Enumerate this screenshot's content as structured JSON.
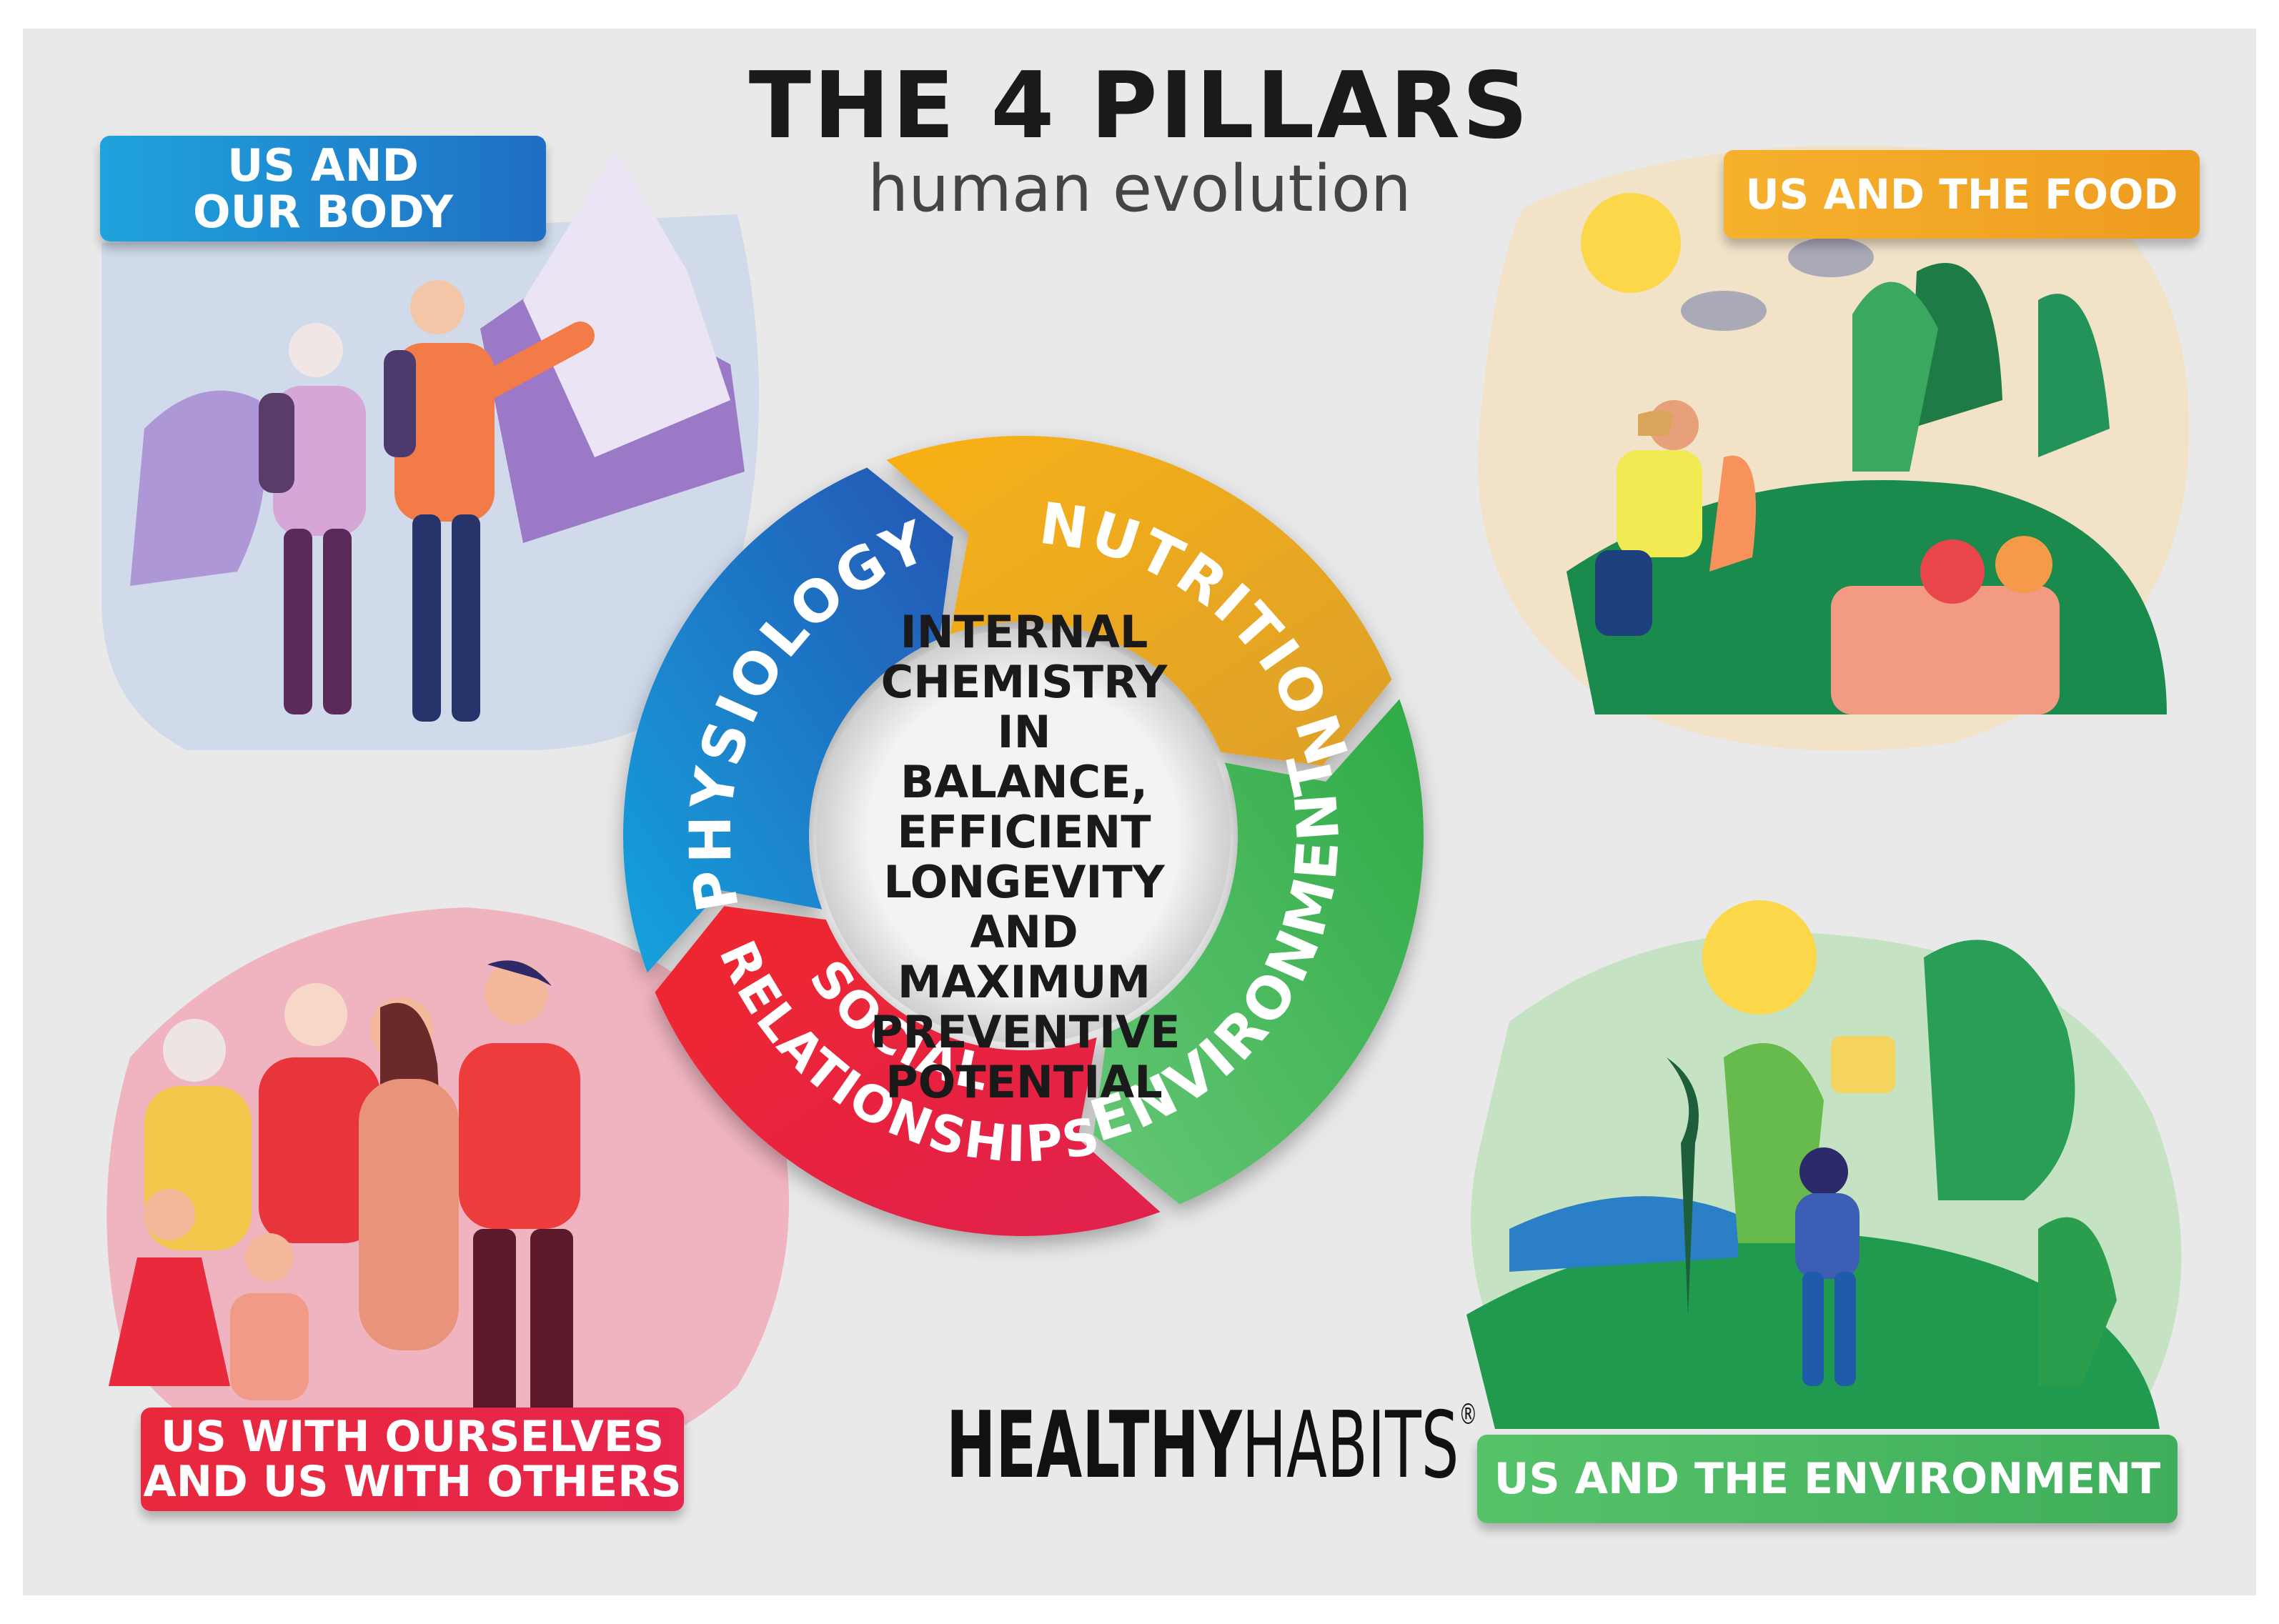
{
  "header": {
    "title": "THE 4 PILLARS",
    "subtitle": "human evolution"
  },
  "wheel": {
    "segments": [
      {
        "label": "PHYSIOLOGY",
        "color": "#1e88d6"
      },
      {
        "label": "NUTRITION",
        "color": "#f2a91f"
      },
      {
        "label": "ENVIRONMENT",
        "color": "#3db04f"
      },
      {
        "label": "SOCIAL RELATIONSHIPS",
        "color": "#e02838"
      }
    ],
    "center_lines": [
      "INTERNAL",
      "CHEMISTRY",
      "IN BALANCE,",
      "EFFICIENT",
      "LONGEVITY",
      "AND MAXIMUM",
      "PREVENTIVE",
      "POTENTIAL"
    ],
    "social_line1": "SOCIAL",
    "social_line2": "RELATIONSHIPS"
  },
  "pillars": {
    "body": {
      "line1": "US AND",
      "line2": "OUR BODY",
      "color": "#1f8fd8"
    },
    "food": {
      "line1": "US AND THE FOOD",
      "color": "#f3a623"
    },
    "others": {
      "line1": "US WITH OURSELVES",
      "line2": "AND US WITH OTHERS",
      "color": "#e5283e"
    },
    "environment": {
      "line1": "US AND THE ENVIRONMENT",
      "color": "#4cbb62"
    }
  },
  "brand": {
    "bold": "HEALTHY",
    "light": "HABITS",
    "mark": "®"
  }
}
